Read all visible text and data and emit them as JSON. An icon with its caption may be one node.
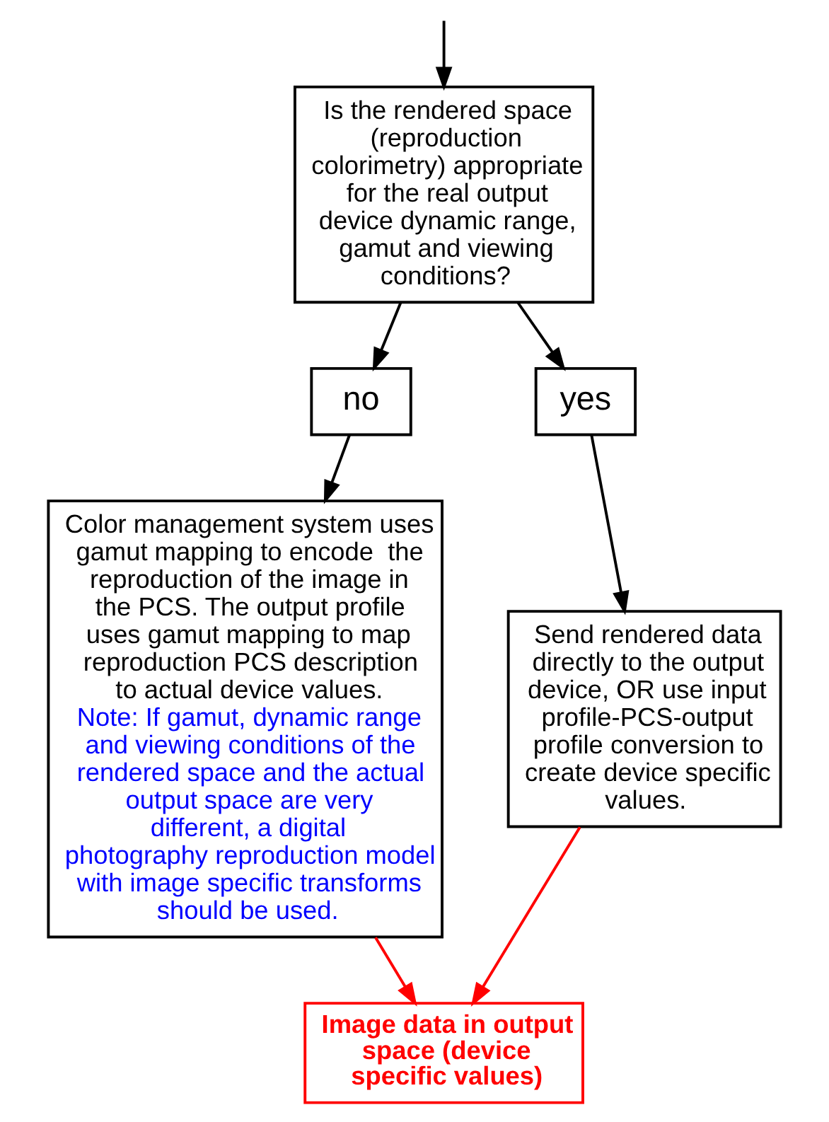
{
  "diagram": {
    "nodes": [
      {
        "text": [
          "Is the rendered space (reproduction colorimetry) appropriate for the real output device dynamic range, gamut and viewing conditions?"
        ]
      },
      {
        "text": [
          "no"
        ]
      },
      {
        "text": [
          "yes"
        ]
      },
      {
        "text": [
          "Color management system uses gamut mapping to encode  the reproduction of the image in the PCS. The output profile uses gamut mapping to map reproduction PCS description to actual device values.",
          "Note: If gamut, dynamic range and viewing conditions of the rendered space and the actual output space are very different, a digital photography reproduction model with image specific transforms should be used."
        ]
      },
      {
        "text": [
          "Send rendered data directly to the output device, OR use input profile-PCS-output profile conversion to create device specific values."
        ]
      },
      {
        "text": [
          "Image data in output space (device specific values)"
        ]
      }
    ],
    "edges": [
      {
        "from": null,
        "to": 0,
        "arrow": "to"
      },
      {
        "from": 0,
        "to": 1,
        "arrow": "to"
      },
      {
        "from": 0,
        "to": 2,
        "arrow": "to"
      },
      {
        "from": 1,
        "to": 3,
        "arrow": "to"
      },
      {
        "from": 2,
        "to": 4,
        "arrow": "to"
      },
      {
        "from": 4,
        "to": 5,
        "arrow": "to",
        "color": "#ff0000"
      },
      {
        "from": 3,
        "to": 5,
        "arrow": "to",
        "color": "#ff0000"
      }
    ]
  }
}
